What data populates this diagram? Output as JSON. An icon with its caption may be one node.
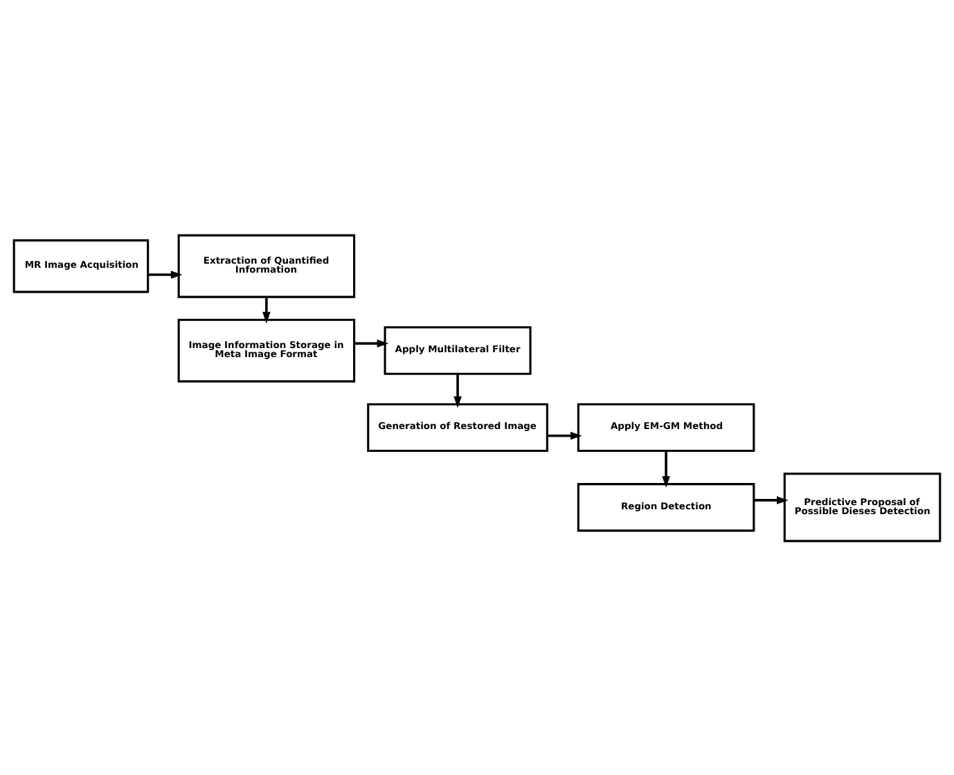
{
  "diagram": {
    "nodes": [
      {
        "text": [
          "MR Image Acquisition"
        ]
      },
      {
        "text": [
          "Extraction of Quantified Information"
        ]
      },
      {
        "text": [
          "Image Information Storage in Meta Image Format"
        ]
      },
      {
        "text": [
          "Apply Multilateral Filter"
        ]
      },
      {
        "text": [
          "Generation of Restored Image"
        ]
      },
      {
        "text": [
          "Apply EM-GM Method"
        ]
      },
      {
        "text": [
          "Region Detection"
        ]
      },
      {
        "text": [
          "Predictive Proposal of Possible Dieses Detection"
        ]
      }
    ],
    "edges": [
      {
        "from": 0,
        "to": 1,
        "arrow": "to"
      },
      {
        "from": 1,
        "to": 2,
        "arrow": "to"
      },
      {
        "from": 2,
        "to": 3,
        "arrow": "to"
      },
      {
        "from": 3,
        "to": 4,
        "arrow": "to"
      },
      {
        "from": 4,
        "to": 5,
        "arrow": "to"
      },
      {
        "from": 5,
        "to": 6,
        "arrow": "to"
      },
      {
        "from": 6,
        "to": 7,
        "arrow": "to"
      }
    ]
  }
}
